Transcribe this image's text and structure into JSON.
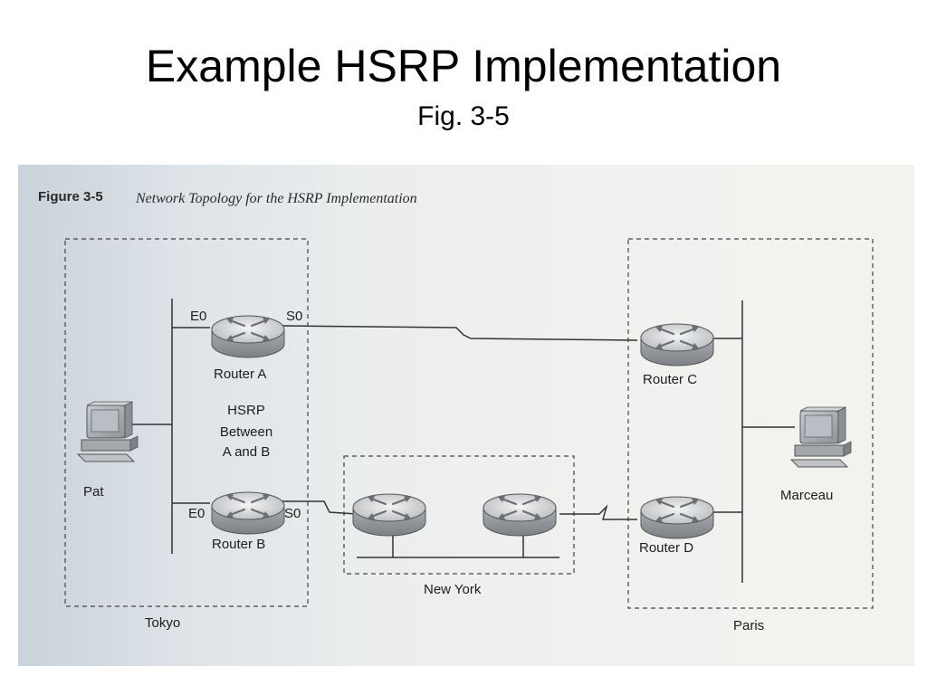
{
  "slide": {
    "title": "Example HSRP Implementation",
    "subtitle": "Fig. 3-5"
  },
  "figure": {
    "number": "Figure 3-5",
    "caption": "Network Topology for the HSRP Implementation",
    "sites": {
      "tokyo": "Tokyo",
      "new_york": "New York",
      "paris": "Paris"
    },
    "routers": {
      "a": "Router A",
      "b": "Router B",
      "c": "Router C",
      "d": "Router D"
    },
    "interfaces": {
      "a_e0": "E0",
      "a_s0": "S0",
      "b_e0": "E0",
      "b_s0": "S0"
    },
    "hosts": {
      "pat": "Pat",
      "marceau": "Marceau"
    },
    "hsrp_note": [
      "HSRP",
      "Between",
      "A and B"
    ]
  }
}
